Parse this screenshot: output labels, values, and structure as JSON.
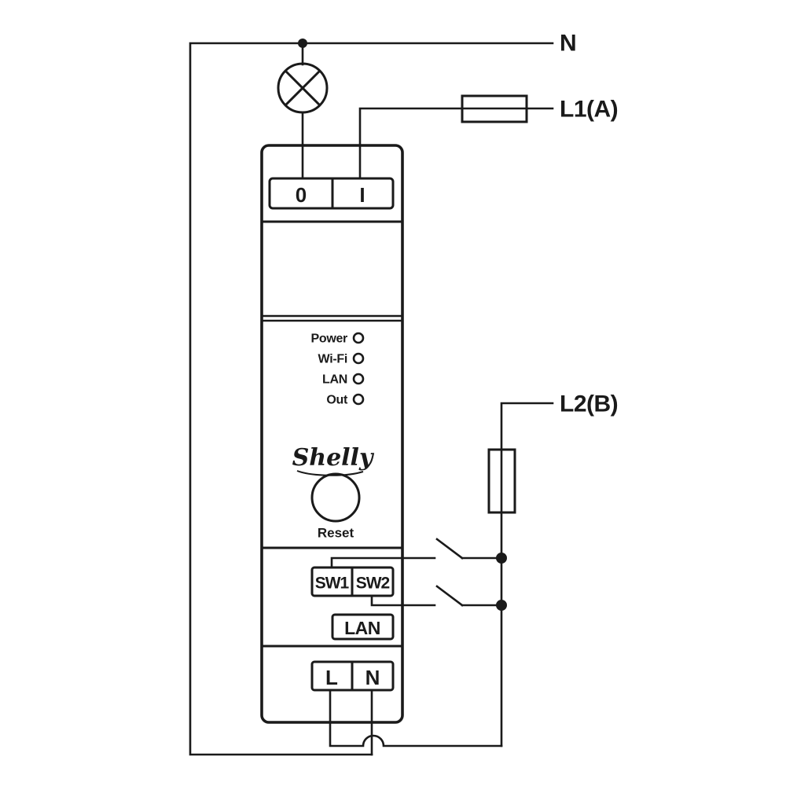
{
  "diagram": {
    "type": "wiring-diagram",
    "labels": {
      "neutral": "N",
      "line1": "L1(A)",
      "line2": "L2(B)"
    },
    "device": {
      "brand": "Shelly",
      "reset_label": "Reset",
      "top_terminals": [
        "0",
        "I"
      ],
      "led_labels": [
        "Power",
        "Wi-Fi",
        "LAN",
        "Out"
      ],
      "switch_terminals": [
        "SW1",
        "SW2"
      ],
      "lan_label": "LAN",
      "power_terminals": [
        "L",
        "N"
      ]
    },
    "symbols": [
      "lamp",
      "fuse",
      "wall-switch",
      "junction-dot",
      "led-indicator",
      "reset-button"
    ],
    "colors": {
      "line": "#1a1a1a",
      "background": "#ffffff"
    }
  }
}
